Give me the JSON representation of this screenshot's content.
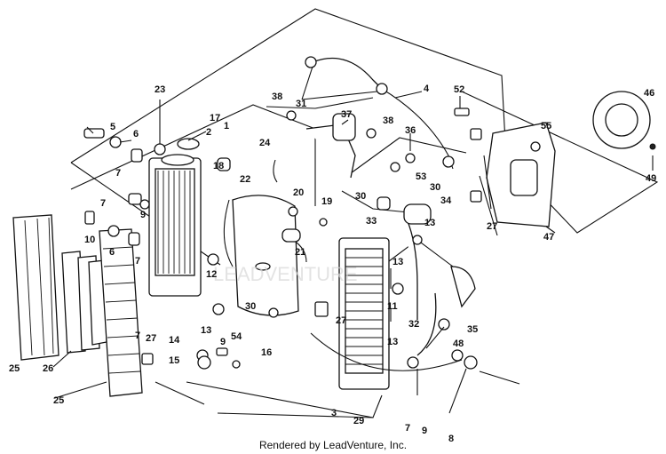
{
  "footer": "Rendered by LeadVenture, Inc.",
  "watermark": "LEADVENTURE",
  "callouts": [
    "1",
    "2",
    "3",
    "4",
    "5",
    "6",
    "6",
    "7",
    "7",
    "7",
    "7",
    "7",
    "8",
    "9",
    "9",
    "9",
    "10",
    "11",
    "12",
    "13",
    "13",
    "13",
    "13",
    "14",
    "15",
    "16",
    "17",
    "18",
    "19",
    "20",
    "21",
    "22",
    "23",
    "24",
    "25",
    "25",
    "26",
    "27",
    "27",
    "27",
    "29",
    "30",
    "30",
    "30",
    "31",
    "32",
    "33",
    "34",
    "35",
    "36",
    "37",
    "38",
    "38",
    "46",
    "47",
    "48",
    "49",
    "52",
    "53",
    "54",
    "55"
  ]
}
